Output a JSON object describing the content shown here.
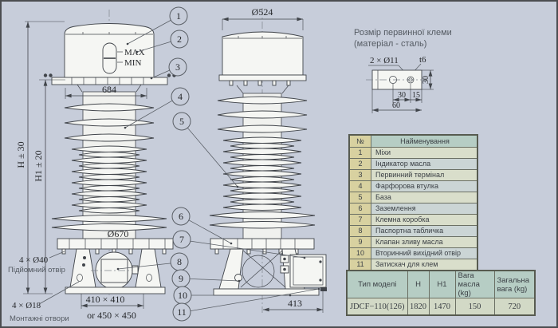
{
  "colors": {
    "background": "#c7cdda",
    "table_header": "#b6cdc4",
    "no_column": "#d8d1a0",
    "line": "#41454b"
  },
  "clamp_detail": {
    "title_line1": "Розмір первинної клеми",
    "title_line2": "(матеріал - сталь)",
    "dims": {
      "holes": "2 × Ø11",
      "thickness": "t6",
      "height": "30",
      "spacing": "30",
      "edge": "15",
      "width": "60"
    }
  },
  "drawing": {
    "max_label": "MAX",
    "min_label": "MIN",
    "dims": {
      "top_flange": "684",
      "dome_diameter": "Ø524",
      "bottom_shed": "Ø670",
      "height": "H ± 30",
      "height1": "H1 ± 20",
      "base_square": "410 × 410",
      "base_square_alt": "or  450 × 450",
      "box_offset": "413"
    },
    "labels": {
      "lifting_dim": "4 × Ø40",
      "lifting": "Підйомний отвір",
      "mounting_dim": "4 × Ø18",
      "mounting": "Монтажні отвори"
    },
    "callouts": [
      "1",
      "2",
      "3",
      "4",
      "5",
      "6",
      "7",
      "8",
      "9",
      "10",
      "11"
    ]
  },
  "parts_table": {
    "col_no": "№",
    "col_name": "Найменування",
    "rows": [
      {
        "no": "1",
        "name": "Міхи"
      },
      {
        "no": "2",
        "name": "Індикатор масла"
      },
      {
        "no": "3",
        "name": "Первинний термінал"
      },
      {
        "no": "4",
        "name": "Фарфорова втулка"
      },
      {
        "no": "5",
        "name": "База"
      },
      {
        "no": "6",
        "name": "Заземлення"
      },
      {
        "no": "7",
        "name": "Клемна коробка"
      },
      {
        "no": "8",
        "name": "Паспортна табличка"
      },
      {
        "no": "9",
        "name": "Клапан зливу масла"
      },
      {
        "no": "10",
        "name": "Вторинний вихідний отвір"
      },
      {
        "no": "11",
        "name": "Затискач для клем"
      }
    ]
  },
  "spec_table": {
    "headers": {
      "model": "Тип моделі",
      "h": "H",
      "h1": "H1",
      "oil": "Вага масла (kg)",
      "total": "Загальна вага (kg)"
    },
    "row": {
      "model": "JDCF−110(126)",
      "h": "1820",
      "h1": "1470",
      "oil": "150",
      "total": "720"
    }
  }
}
